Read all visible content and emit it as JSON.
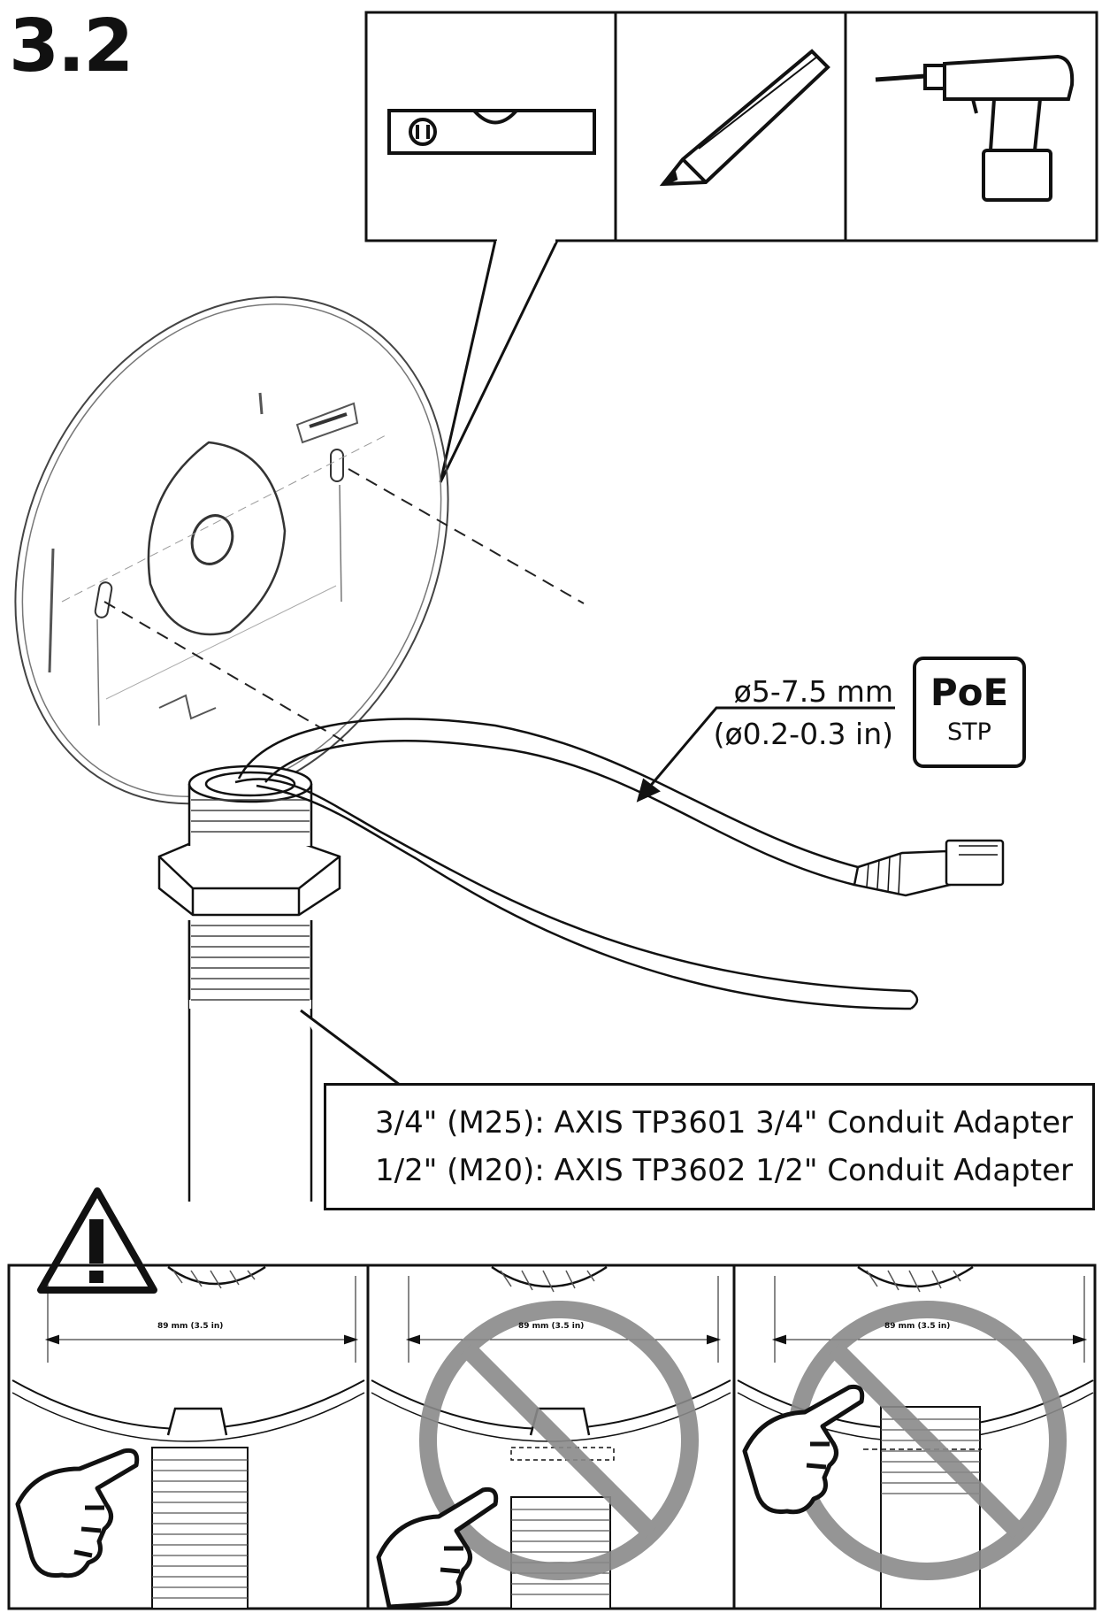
{
  "step": {
    "number": "3.2"
  },
  "tools": {
    "items": [
      {
        "name": "spirit-level-icon"
      },
      {
        "name": "pencil-icon"
      },
      {
        "name": "drill-icon"
      }
    ]
  },
  "cable": {
    "diameter_mm": "ø5-7.5 mm",
    "diameter_in": "(ø0.2-0.3 in)"
  },
  "poe_badge": {
    "title": "PoE",
    "subtitle": "STP"
  },
  "adapters": {
    "line1": "3/4\" (M25): AXIS TP3601 3/4\" Conduit Adapter",
    "line2": "1/2\" (M20): AXIS TP3602 1/2\" Conduit Adapter"
  },
  "warning_panels": {
    "dimension": "89 mm (3.5 in)",
    "panels": [
      {
        "state": "correct"
      },
      {
        "state": "incorrect"
      },
      {
        "state": "incorrect"
      }
    ]
  },
  "colors": {
    "line": "#111111",
    "prohibition": "#8a8a8a"
  }
}
